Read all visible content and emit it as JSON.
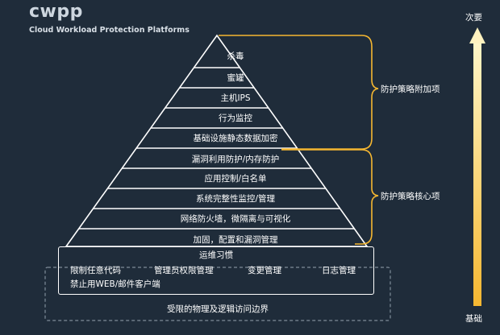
{
  "header": {
    "title": "cwpp",
    "subtitle": "Cloud Workload Protection Platforms"
  },
  "pyramid": {
    "layers": [
      "杀毒",
      "蜜罐",
      "主机IPS",
      "行为监控",
      "基础设施静态数据加密",
      "漏洞利用防护/内存防护",
      "应用控制/白名单",
      "系统完整性监控/管理",
      "网络防火墙，微隔离与可视化",
      "加固，配置和漏洞管理"
    ]
  },
  "base": {
    "title": "运维习惯",
    "items": [
      "限制任意代码",
      "管理员权限管理",
      "变更管理",
      "日志管理",
      "禁止用WEB/邮件客户端"
    ]
  },
  "foundation": {
    "label": "受限的物理及逻辑访问边界"
  },
  "brackets": {
    "addon": "防护策略附加项",
    "core": "防护策略核心项"
  },
  "priority_arrow": {
    "top_label": "次要",
    "bottom_label": "基础",
    "color": "#f5b731"
  },
  "colors": {
    "background": "#1f2c3a",
    "bracket": "#f5b731",
    "lines": "#ffffff"
  }
}
